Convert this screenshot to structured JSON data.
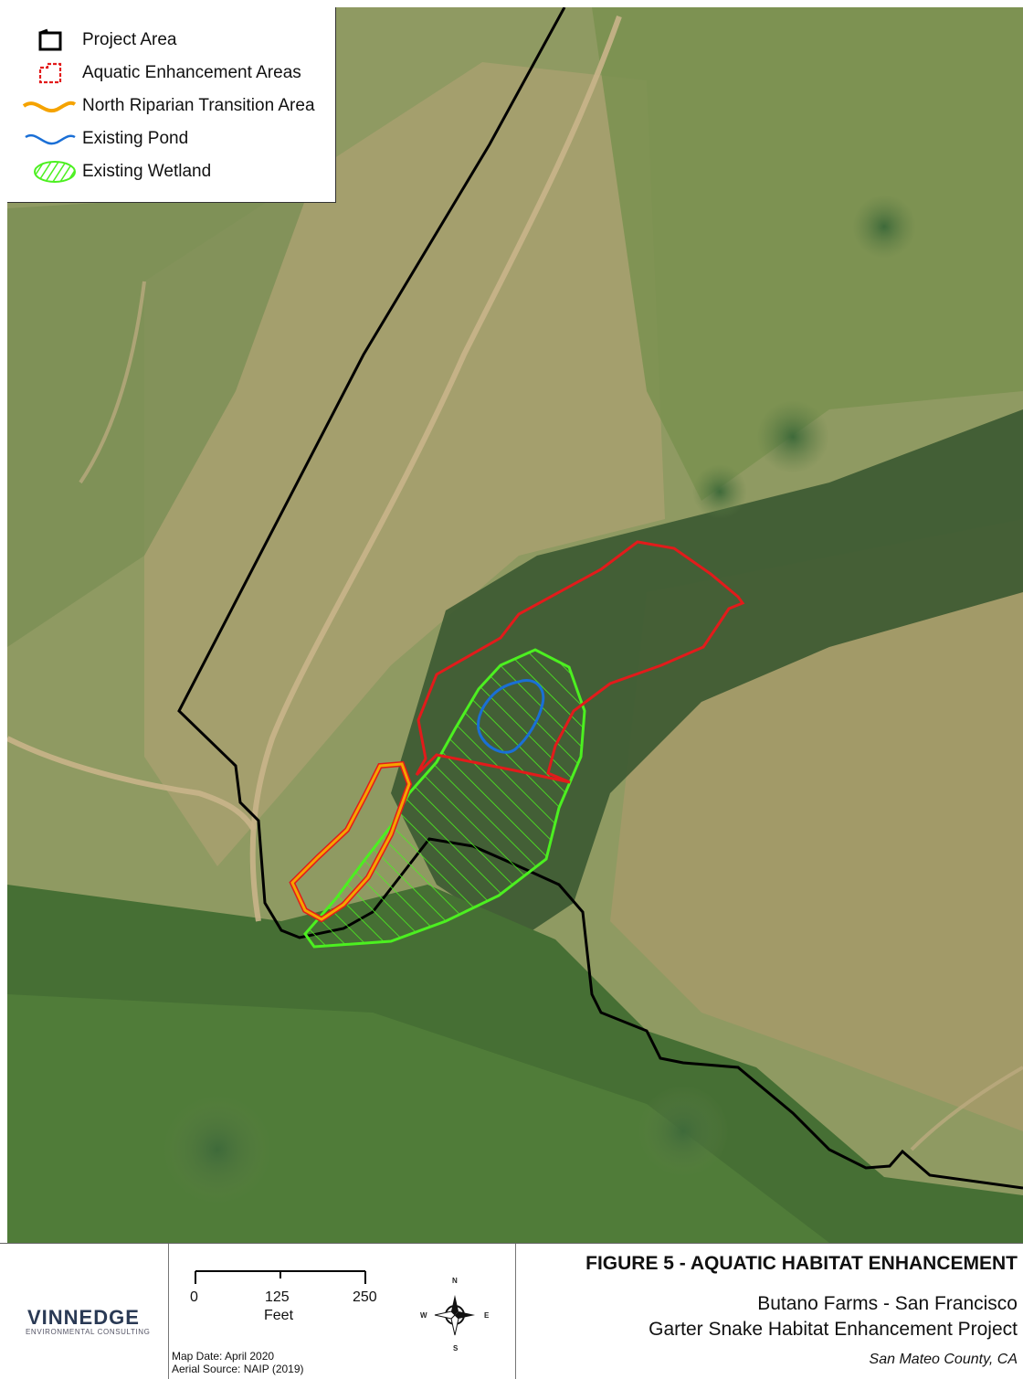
{
  "legend": {
    "items": [
      {
        "label": "Project Area",
        "icon": "project-area-swatch",
        "color": "#000000"
      },
      {
        "label": "Aquatic Enhancement Areas",
        "icon": "aquatic-enhancement-swatch",
        "color": "#e21b1b"
      },
      {
        "label": "North Riparian Transition Area",
        "icon": "riparian-transition-swatch",
        "color": "#f5a300"
      },
      {
        "label": "Existing Pond",
        "icon": "existing-pond-swatch",
        "color": "#1a6fd6"
      },
      {
        "label": "Existing Wetland",
        "icon": "existing-wetland-swatch",
        "color": "#4cf020"
      }
    ]
  },
  "footer": {
    "logo": {
      "name": "VINNEDGE",
      "subtitle": "ENVIRONMENTAL CONSULTING"
    },
    "scale": {
      "labels": [
        "0",
        "125",
        "250"
      ],
      "unit": "Feet"
    },
    "map_date": "Map Date: April 2020",
    "aerial_source": "Aerial Source: NAIP (2019)",
    "compass": {
      "n": "N",
      "s": "S",
      "e": "E",
      "w": "W"
    },
    "figure_title": "FIGURE 5 - AQUATIC HABITAT ENHANCEMENT",
    "project_line1": "Butano Farms - San Francisco",
    "project_line2": "Garter Snake Habitat Enhancement Project",
    "county": "San Mateo County, CA"
  }
}
